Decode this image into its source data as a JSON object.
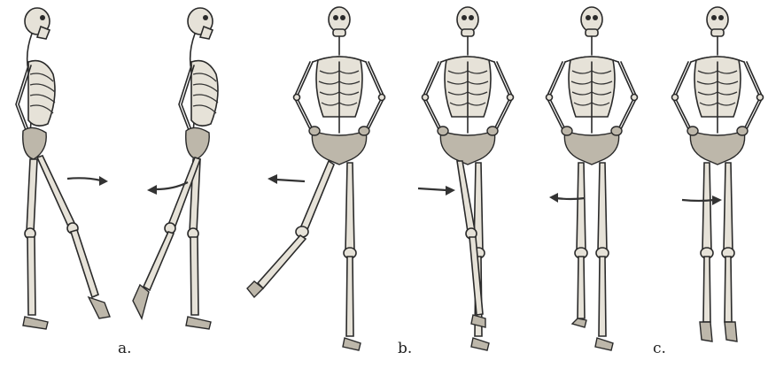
{
  "labels": {
    "a": "a.",
    "b": "b.",
    "c": "c."
  },
  "figures": [
    {
      "view": "side",
      "motion": "hip-extension",
      "arrow": "right"
    },
    {
      "view": "side",
      "motion": "hip-flexion",
      "arrow": "left"
    },
    {
      "view": "front",
      "motion": "hip-abduction",
      "arrow": "left"
    },
    {
      "view": "front",
      "motion": "hip-adduction",
      "arrow": "right"
    },
    {
      "view": "front",
      "motion": "hip-internal-rotation",
      "arrow": "left"
    },
    {
      "view": "front",
      "motion": "hip-external-rotation",
      "arrow": "right"
    }
  ],
  "colors": {
    "bone": "#e6e2d8",
    "outline": "#2a2a2a",
    "background": "#ffffff"
  }
}
